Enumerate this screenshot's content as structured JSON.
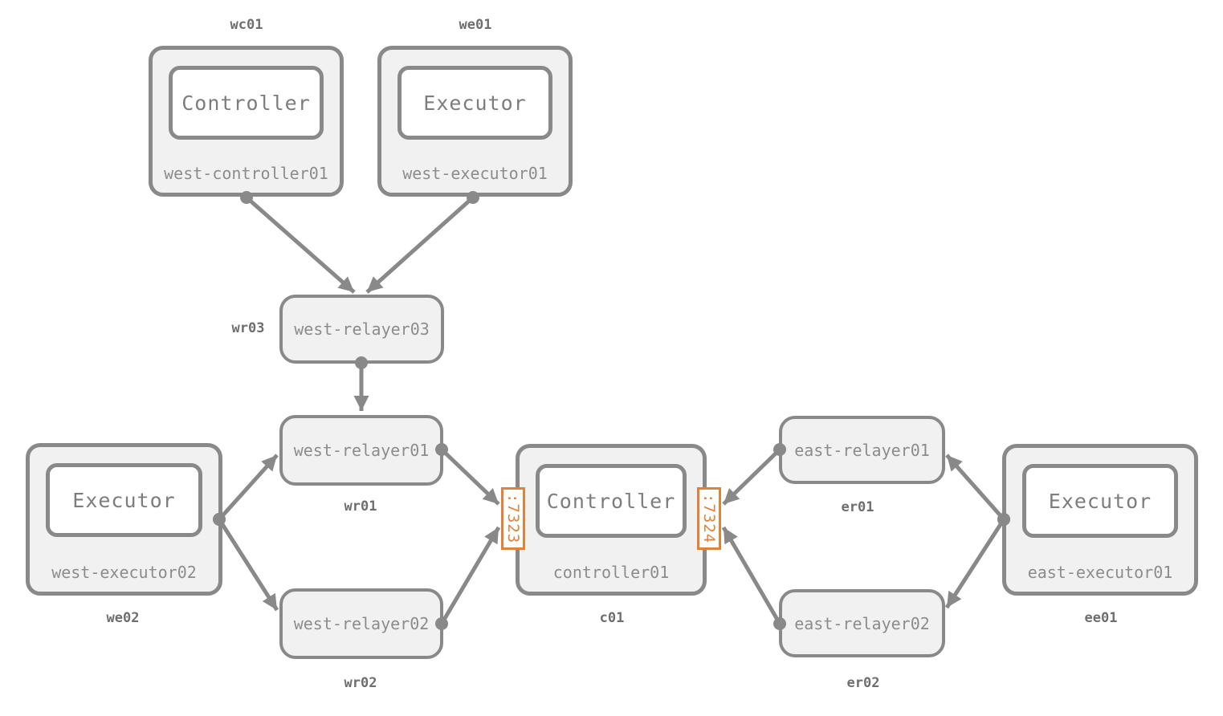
{
  "diagram": {
    "machines": [
      {
        "alias": "wc01",
        "process": "Controller",
        "name": "west-controller01"
      },
      {
        "alias": "we01",
        "process": "Executor",
        "name": "west-executor01"
      },
      {
        "alias": "we02",
        "process": "Executor",
        "name": "west-executor02"
      },
      {
        "alias": "c01",
        "process": "Controller",
        "name": "controller01"
      },
      {
        "alias": "ee01",
        "process": "Executor",
        "name": "east-executor01"
      }
    ],
    "relayers": [
      {
        "alias": "wr03",
        "name": "west-relayer03"
      },
      {
        "alias": "wr01",
        "name": "west-relayer01"
      },
      {
        "alias": "wr02",
        "name": "west-relayer02"
      },
      {
        "alias": "er01",
        "name": "east-relayer01"
      },
      {
        "alias": "er02",
        "name": "east-relayer02"
      }
    ],
    "ports": [
      {
        "label": ":7323",
        "on": "controller01",
        "side": "left"
      },
      {
        "label": ":7324",
        "on": "controller01",
        "side": "right"
      }
    ],
    "edges": [
      {
        "from": "west-controller01",
        "to": "west-relayer03"
      },
      {
        "from": "west-executor01",
        "to": "west-relayer03"
      },
      {
        "from": "west-relayer03",
        "to": "west-relayer01"
      },
      {
        "from": "west-executor02",
        "to": "west-relayer01"
      },
      {
        "from": "west-executor02",
        "to": "west-relayer02"
      },
      {
        "from": "west-relayer01",
        "to": "controller01:7323"
      },
      {
        "from": "west-relayer02",
        "to": "controller01:7323"
      },
      {
        "from": "east-relayer01",
        "to": "controller01:7324"
      },
      {
        "from": "east-relayer02",
        "to": "controller01:7324"
      },
      {
        "from": "east-executor01",
        "to": "east-relayer01"
      },
      {
        "from": "east-executor01",
        "to": "east-relayer02"
      }
    ],
    "colors": {
      "node_border": "#898989",
      "node_fill": "#f1f1f1",
      "inner_fill": "#ffffff",
      "edge": "#898989",
      "name_text": "#8c8c8c",
      "alias_text": "#6e6e6e",
      "port_accent": "#e0813c"
    }
  }
}
